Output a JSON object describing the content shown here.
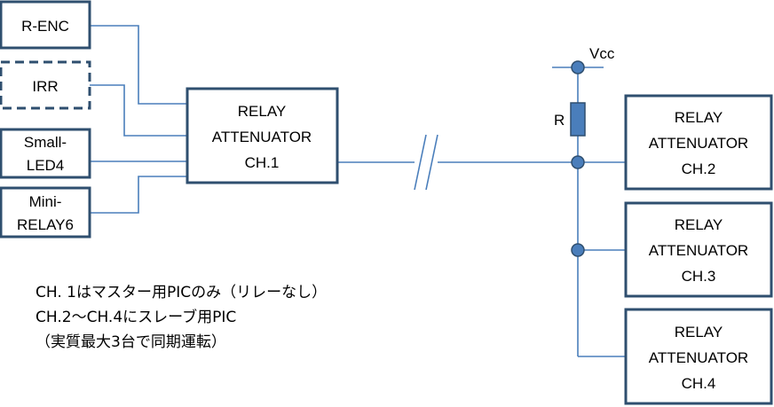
{
  "inputs": [
    {
      "id": "renc",
      "lines": [
        "R-ENC"
      ],
      "style": "solid"
    },
    {
      "id": "irr",
      "lines": [
        "IRR"
      ],
      "style": "dashed"
    },
    {
      "id": "small-led4",
      "lines": [
        "Small-",
        "LED4"
      ],
      "style": "solid"
    },
    {
      "id": "mini-relay6",
      "lines": [
        "Mini-",
        "RELAY6"
      ],
      "style": "solid"
    }
  ],
  "master": {
    "lines": [
      "RELAY",
      "ATTENUATOR",
      "CH.1"
    ]
  },
  "slaves": [
    {
      "lines": [
        "RELAY",
        "ATTENUATOR",
        "CH.2"
      ]
    },
    {
      "lines": [
        "RELAY",
        "ATTENUATOR",
        "CH.3"
      ]
    },
    {
      "lines": [
        "RELAY",
        "ATTENUATOR",
        "CH.4"
      ]
    }
  ],
  "vcc_label": "Vcc",
  "resistor_label": "R",
  "notes": [
    "CH. 1はマスター用PICのみ（リレーなし）",
    "CH.2～CH.4にスレーブ用PIC",
    "（実質最大3台で同期運転）"
  ],
  "colors": {
    "box_border": "#2f4f6f",
    "wire": "#4a7ebb",
    "node_fill": "#4a7ebb"
  }
}
